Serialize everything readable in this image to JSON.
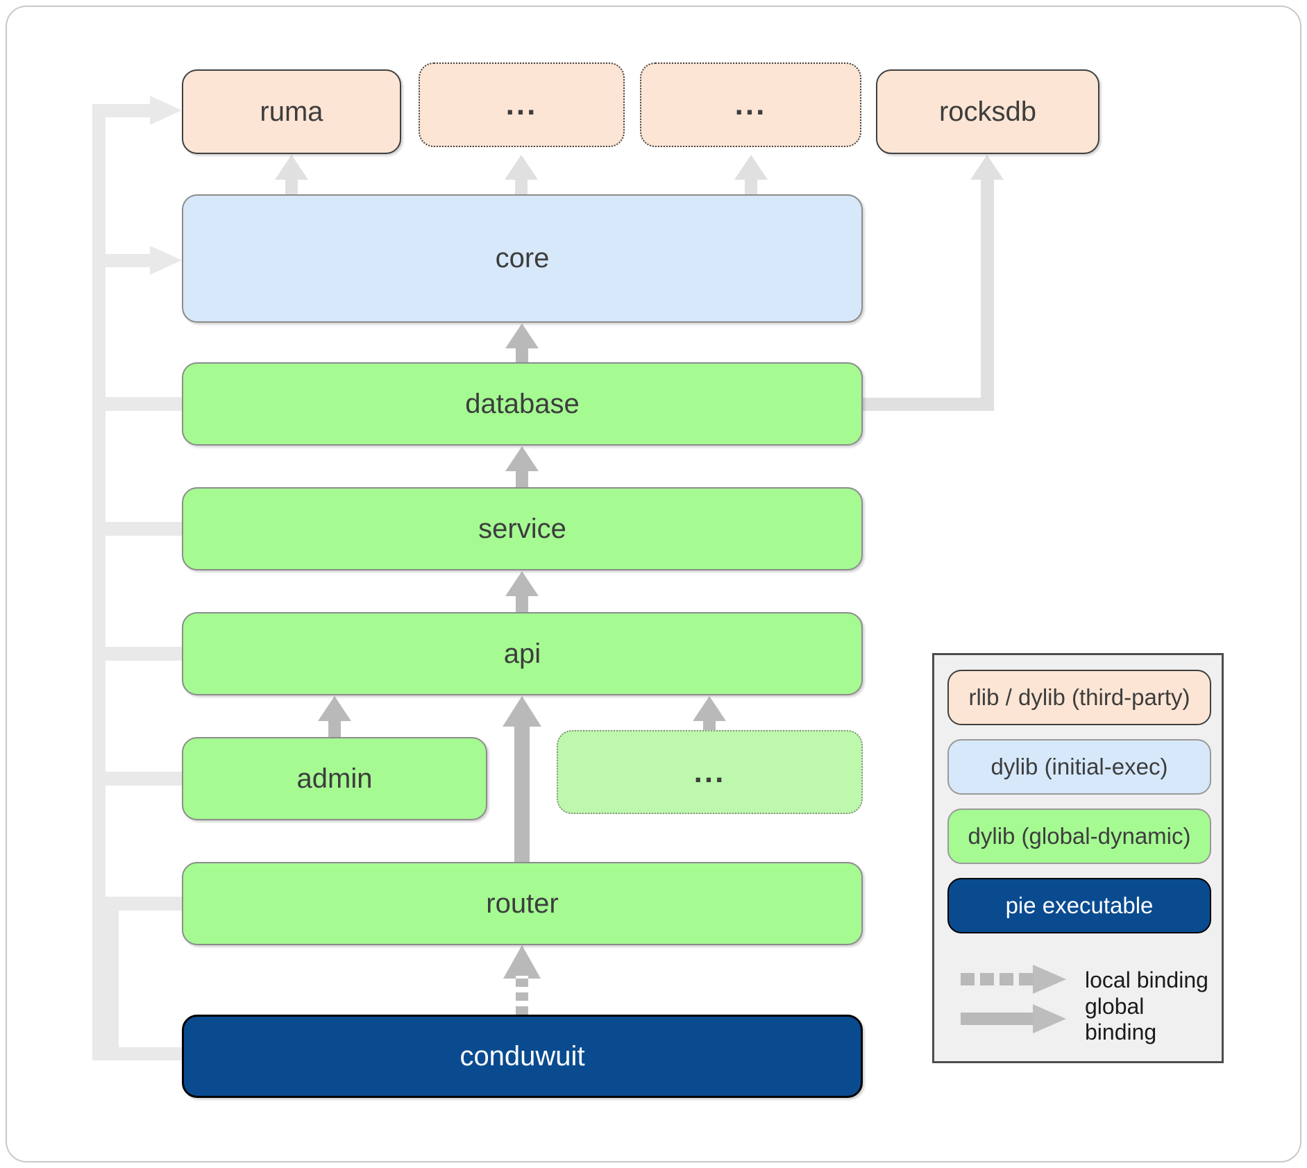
{
  "nodes": {
    "ruma": {
      "label": "ruma",
      "type": "rlib / dylib (third-party)"
    },
    "dots_top_1": {
      "label": "...",
      "type": "rlib / dylib (third-party)"
    },
    "dots_top_2": {
      "label": "...",
      "type": "rlib / dylib (third-party)"
    },
    "rocksdb": {
      "label": "rocksdb",
      "type": "rlib / dylib (third-party)"
    },
    "core": {
      "label": "core",
      "type": "dylib (initial-exec)"
    },
    "database": {
      "label": "database",
      "type": "dylib (global-dynamic)"
    },
    "service": {
      "label": "service",
      "type": "dylib (global-dynamic)"
    },
    "api": {
      "label": "api",
      "type": "dylib (global-dynamic)"
    },
    "admin": {
      "label": "admin",
      "type": "dylib (global-dynamic)"
    },
    "dots_mid": {
      "label": "...",
      "type": "dylib (global-dynamic)"
    },
    "router": {
      "label": "router",
      "type": "dylib (global-dynamic)"
    },
    "conduwuit": {
      "label": "conduwuit",
      "type": "pie executable"
    }
  },
  "legend": {
    "items": [
      {
        "label": "rlib / dylib (third-party)"
      },
      {
        "label": "dylib (initial-exec)"
      },
      {
        "label": "dylib (global-dynamic)"
      },
      {
        "label": "pie executable"
      }
    ],
    "bindings": [
      {
        "label": "local binding",
        "style": "dashed"
      },
      {
        "label": "global binding",
        "style": "solid"
      }
    ]
  },
  "colors": {
    "third_party_fill": "#fce5d4",
    "initial_exec_fill": "#d6e8fa",
    "global_dynamic_fill": "#a5fa92",
    "global_dynamic_light_fill": "#bdf8ac",
    "pie_executable_fill": "#0a4b90",
    "dependency_arrow": "#b9b9b9",
    "light_arrow": "#e0e0e0",
    "routing_line": "#e9e9e9",
    "legend_background": "#f0f0f0"
  }
}
